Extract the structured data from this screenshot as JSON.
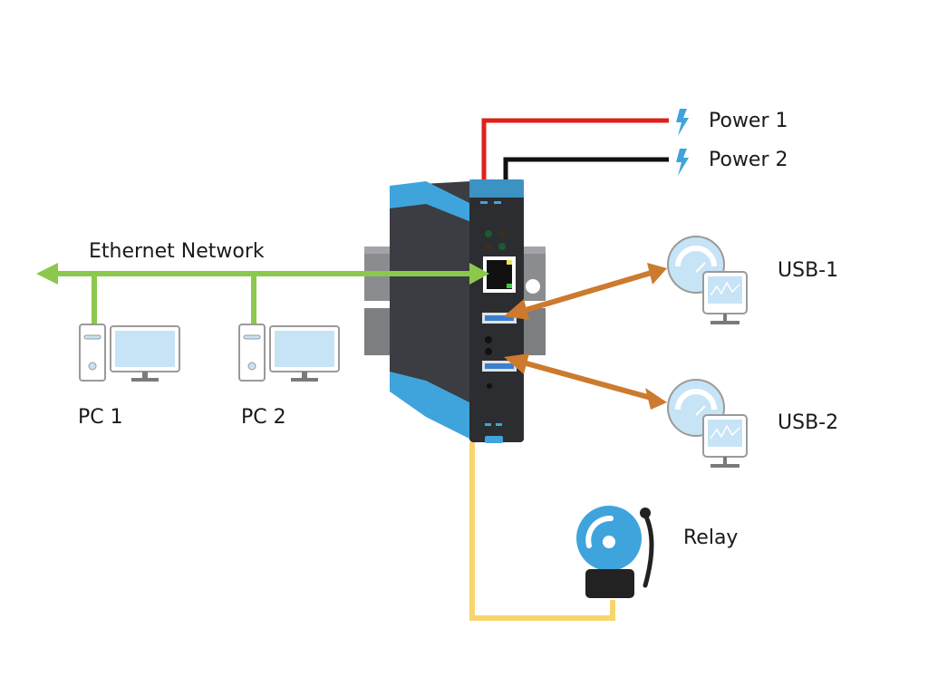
{
  "diagram": {
    "title": "Ethernet Network",
    "labels": {
      "network": "Ethernet Network",
      "pc1": "PC 1",
      "pc2": "PC 2",
      "power1": "Power 1",
      "power2": "Power 2",
      "usb1": "USB-1",
      "usb2": "USB-2",
      "relay": "Relay"
    },
    "icons": {
      "pc": "desktop-computer-icon",
      "usb_device": "gauge-monitor-icon",
      "power": "lightning-bolt-icon",
      "relay": "alarm-bell-icon",
      "gateway": "din-rail-device-icon"
    },
    "connections": [
      {
        "from": "gateway",
        "to": "Ethernet Network",
        "color": "#8cc84b",
        "type": "arrow"
      },
      {
        "from": "Ethernet Network",
        "to": "PC 1",
        "color": "#8cc84b",
        "type": "line"
      },
      {
        "from": "Ethernet Network",
        "to": "PC 2",
        "color": "#8cc84b",
        "type": "line"
      },
      {
        "from": "Power 1",
        "to": "gateway",
        "color": "#e0201b",
        "type": "line"
      },
      {
        "from": "Power 2",
        "to": "gateway",
        "color": "#111111",
        "type": "line"
      },
      {
        "from": "gateway",
        "to": "USB-1",
        "color": "#cc7a2e",
        "type": "double-arrow"
      },
      {
        "from": "gateway",
        "to": "USB-2",
        "color": "#cc7a2e",
        "type": "double-arrow"
      },
      {
        "from": "gateway",
        "to": "Relay",
        "color": "#f9d56e",
        "type": "line"
      }
    ],
    "colors": {
      "ethernet": "#8cc84b",
      "power1": "#e0201b",
      "power2": "#111111",
      "usb": "#cc7a2e",
      "relay": "#f9d56e",
      "accent_blue": "#3fa4dc",
      "icon_fill": "#c7e3f6"
    }
  }
}
